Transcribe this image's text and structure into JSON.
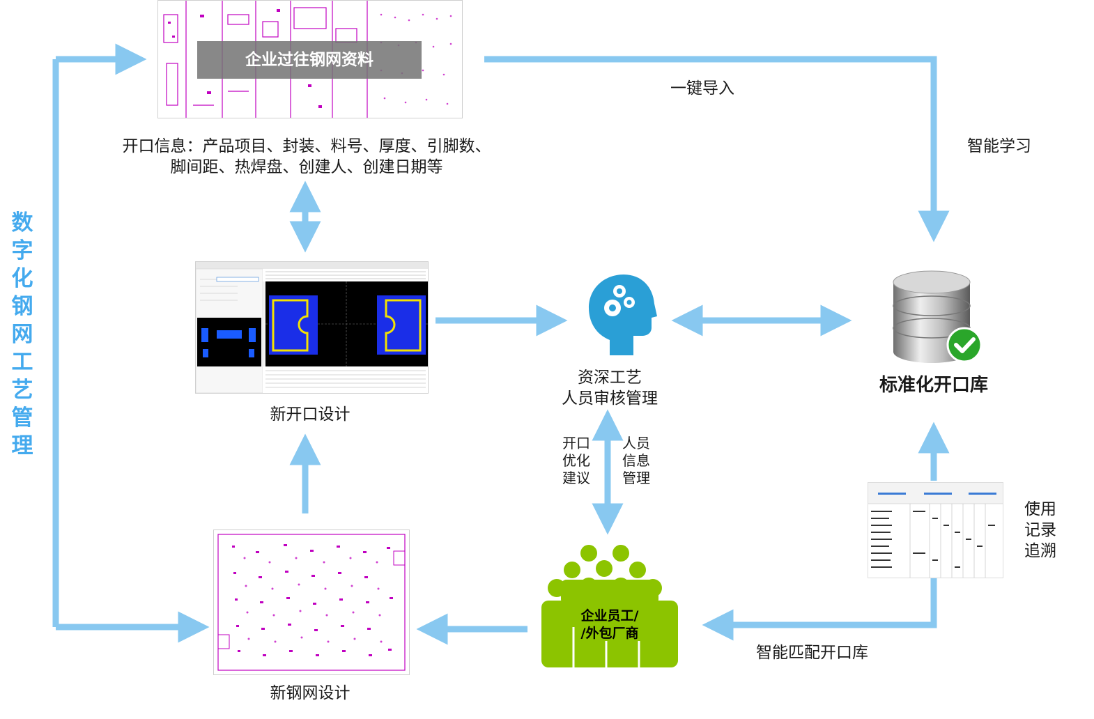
{
  "title_vertical": [
    "数",
    "字",
    "化",
    "钢",
    "网",
    "工",
    "艺",
    "管",
    "理"
  ],
  "past_data": {
    "banner": "企业过往钢网资料",
    "info_line1": "开口信息：产品项目、封装、料号、厚度、引脚数、",
    "info_line2": "脚间距、热焊盘、创建人、创建日期等"
  },
  "import_label": "一键导入",
  "learn_label": "智能学习",
  "new_opening": "新开口设计",
  "expert": {
    "line1": "资深工艺",
    "line2": "人员审核管理"
  },
  "database": "标准化开口库",
  "advice": [
    "开口",
    "优化",
    "建议"
  ],
  "person_info": [
    "人员",
    "信息",
    "管理"
  ],
  "usage": [
    "使用",
    "记录",
    "追溯"
  ],
  "staff": {
    "line1": "企业员工/",
    "line2": "/外包厂商"
  },
  "match_label": "智能匹配开口库",
  "new_stencil": "新钢网设计",
  "colors": {
    "arrow": "#88c8f0",
    "title": "#44aaee",
    "head": "#2a9fd6",
    "people": "#8cc400",
    "magenta": "#c000c0",
    "pad_blue": "#1a2ee8",
    "pad_yellow": "#f4e200"
  }
}
